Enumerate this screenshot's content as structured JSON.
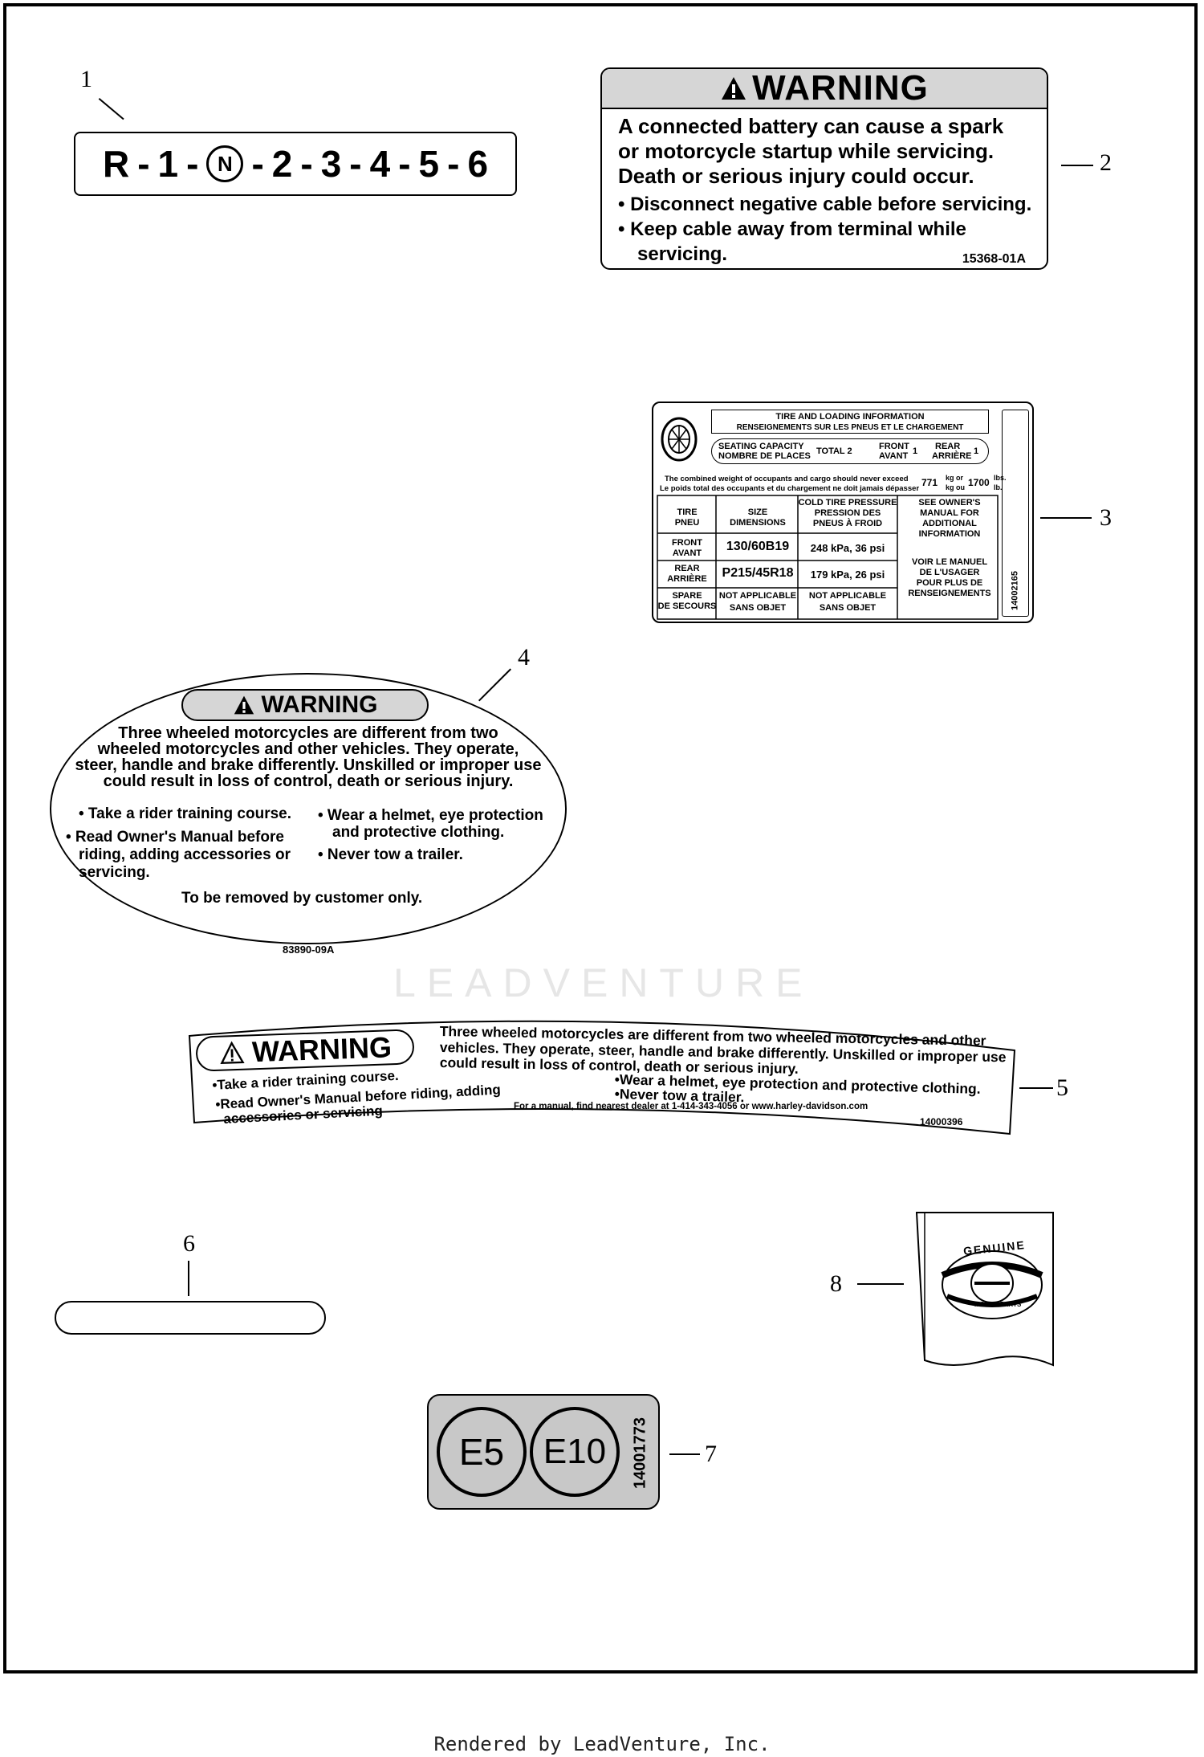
{
  "callouts": [
    "1",
    "2",
    "3",
    "4",
    "5",
    "6",
    "7",
    "8"
  ],
  "label1": {
    "sequence": [
      "R",
      "-",
      "1",
      "-",
      "N",
      "-",
      "2",
      "-",
      "3",
      "-",
      "4",
      "-",
      "5",
      "-",
      "6"
    ]
  },
  "label2": {
    "heading": "WARNING",
    "lines": [
      "A connected battery can cause a spark",
      "or motorcycle startup while servicing.",
      "Death or serious injury could occur."
    ],
    "bullets": [
      "• Disconnect negative cable before servicing.",
      "• Keep cable away from terminal while",
      "servicing."
    ],
    "part_number": "15368-01A"
  },
  "label3": {
    "title_en": "TIRE AND LOADING INFORMATION",
    "title_fr": "RENSEIGNEMENTS SUR LES PNEUS ET LE CHARGEMENT",
    "seating_en": "SEATING CAPACITY",
    "seating_fr": "NOMBRE DE PLACES",
    "total": "TOTAL 2",
    "front": "FRONT",
    "front_fr": "AVANT",
    "front_count": "1",
    "rear": "REAR",
    "rear_fr": "ARRIÈRE",
    "rear_count": "1",
    "weight_en": "The combined weight of occupants and cargo should never exceed",
    "weight_fr": "Le poids total des occupants et du chargement ne doit jamais dépasser",
    "weight_kg": "771",
    "kg_or": "kg or",
    "kg_ou": "kg ou",
    "weight_lbs": "1700",
    "lbs": "lbs.",
    "lb": "lb.",
    "col_tire": "TIRE",
    "col_tire_fr": "PNEU",
    "col_size": "SIZE",
    "col_size_fr": "DIMENSIONS",
    "col_pressure": "COLD TIRE PRESSURE",
    "col_pressure_fr1": "PRESSION DES",
    "col_pressure_fr2": "PNEUS À FROID",
    "row_front": "FRONT",
    "row_front_fr": "AVANT",
    "front_size": "130/60B19",
    "front_pressure": "248 kPa, 36 psi",
    "row_rear": "REAR",
    "row_rear_fr": "ARRIÈRE",
    "rear_size": "P215/45R18",
    "rear_pressure": "179 kPa, 26 psi",
    "row_spare": "SPARE",
    "row_spare_fr": "DE SECOURS",
    "na_en": "NOT APPLICABLE",
    "na_fr": "SANS OBJET",
    "owner_en": [
      "SEE OWNER'S",
      "MANUAL FOR",
      "ADDITIONAL",
      "INFORMATION"
    ],
    "owner_fr": [
      "VOIR LE MANUEL",
      "DE L'USAGER",
      "POUR PLUS DE",
      "RENSEIGNEMENTS"
    ],
    "part_number": "14002165"
  },
  "label4": {
    "heading": "WARNING",
    "lines": [
      "Three wheeled motorcycles are different from two",
      "wheeled motorcycles and other vehicles. They operate,",
      "steer, handle and brake differently. Unskilled or improper use",
      "could result in loss of control, death or serious injury."
    ],
    "left_bullets": [
      "• Take a rider training course.",
      "• Read Owner's Manual before",
      "riding, adding accessories or",
      "servicing."
    ],
    "right_bullets": [
      "• Wear a helmet, eye protection",
      "and protective clothing.",
      "• Never tow a trailer."
    ],
    "removal_note": "To be removed by customer only.",
    "part_number": "83890-09A"
  },
  "label5": {
    "heading": "WARNING",
    "lines": [
      "Three wheeled motorcycles are different from two wheeled motorcycles and other",
      "vehicles. They operate, steer, handle and brake differently. Unskilled or improper use",
      "could result in loss of control, death or serious injury."
    ],
    "left_bullets": [
      "•Take a rider training course.",
      "•Read Owner's Manual before riding, adding",
      "accessories or servicing"
    ],
    "right_bullets": [
      "•Wear a helmet, eye protection and protective clothing.",
      "•Never tow a trailer."
    ],
    "dealer_note": "For a manual, find nearest dealer at 1-414-343-4056 or www.harley-davidson.com",
    "part_number": "14000396"
  },
  "label7": {
    "left": "E5",
    "right": "E10",
    "part_number": "14001773"
  },
  "label8": {
    "badge_top": "GENUINE",
    "badge_bottom": "MOTOR PARTS"
  },
  "watermark": "LEADVENTURE",
  "footer": "Rendered by LeadVenture, Inc."
}
